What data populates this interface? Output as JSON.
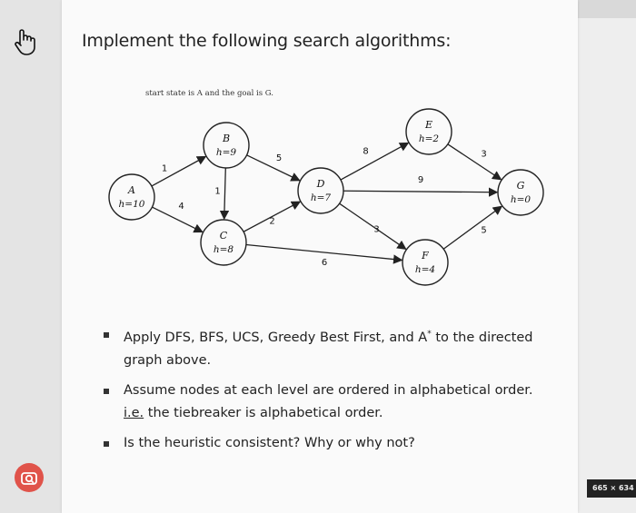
{
  "title": "Implement the following search algorithms:",
  "caption": "start state is A and the goal is G.",
  "graph": {
    "nodes": [
      {
        "id": "A",
        "h": "h=10"
      },
      {
        "id": "B",
        "h": "h=9"
      },
      {
        "id": "C",
        "h": "h=8"
      },
      {
        "id": "D",
        "h": "h=7"
      },
      {
        "id": "E",
        "h": "h=2"
      },
      {
        "id": "F",
        "h": "h=4"
      },
      {
        "id": "G",
        "h": "h=0"
      }
    ],
    "edges": [
      {
        "from": "A",
        "to": "B",
        "cost": "1"
      },
      {
        "from": "A",
        "to": "C",
        "cost": "4"
      },
      {
        "from": "B",
        "to": "C",
        "cost": "1"
      },
      {
        "from": "B",
        "to": "D",
        "cost": "5"
      },
      {
        "from": "C",
        "to": "D",
        "cost": "2"
      },
      {
        "from": "C",
        "to": "F",
        "cost": "6"
      },
      {
        "from": "D",
        "to": "E",
        "cost": "8"
      },
      {
        "from": "D",
        "to": "G",
        "cost": "9"
      },
      {
        "from": "D",
        "to": "F",
        "cost": "3"
      },
      {
        "from": "E",
        "to": "G",
        "cost": "3"
      },
      {
        "from": "F",
        "to": "G",
        "cost": "5"
      }
    ]
  },
  "bullets": {
    "b1_part1": "Apply DFS, BFS, UCS, Greedy Best First, and A",
    "b1_sup": "*",
    "b1_part2": " to the directed graph above.",
    "b2_part1": "Assume nodes at each level are ordered in alphabetical order. ",
    "b2_ie": "i.e.",
    "b2_part2": " the tiebreaker is alphabetical order.",
    "b3": "Is the heuristic consistent? Why or why not?"
  },
  "dims_badge": "665 × 634",
  "icons": {
    "hand": "pointer-hand-icon",
    "camera": "camera-search-icon"
  },
  "colors": {
    "camera_button": "#e0534a"
  }
}
